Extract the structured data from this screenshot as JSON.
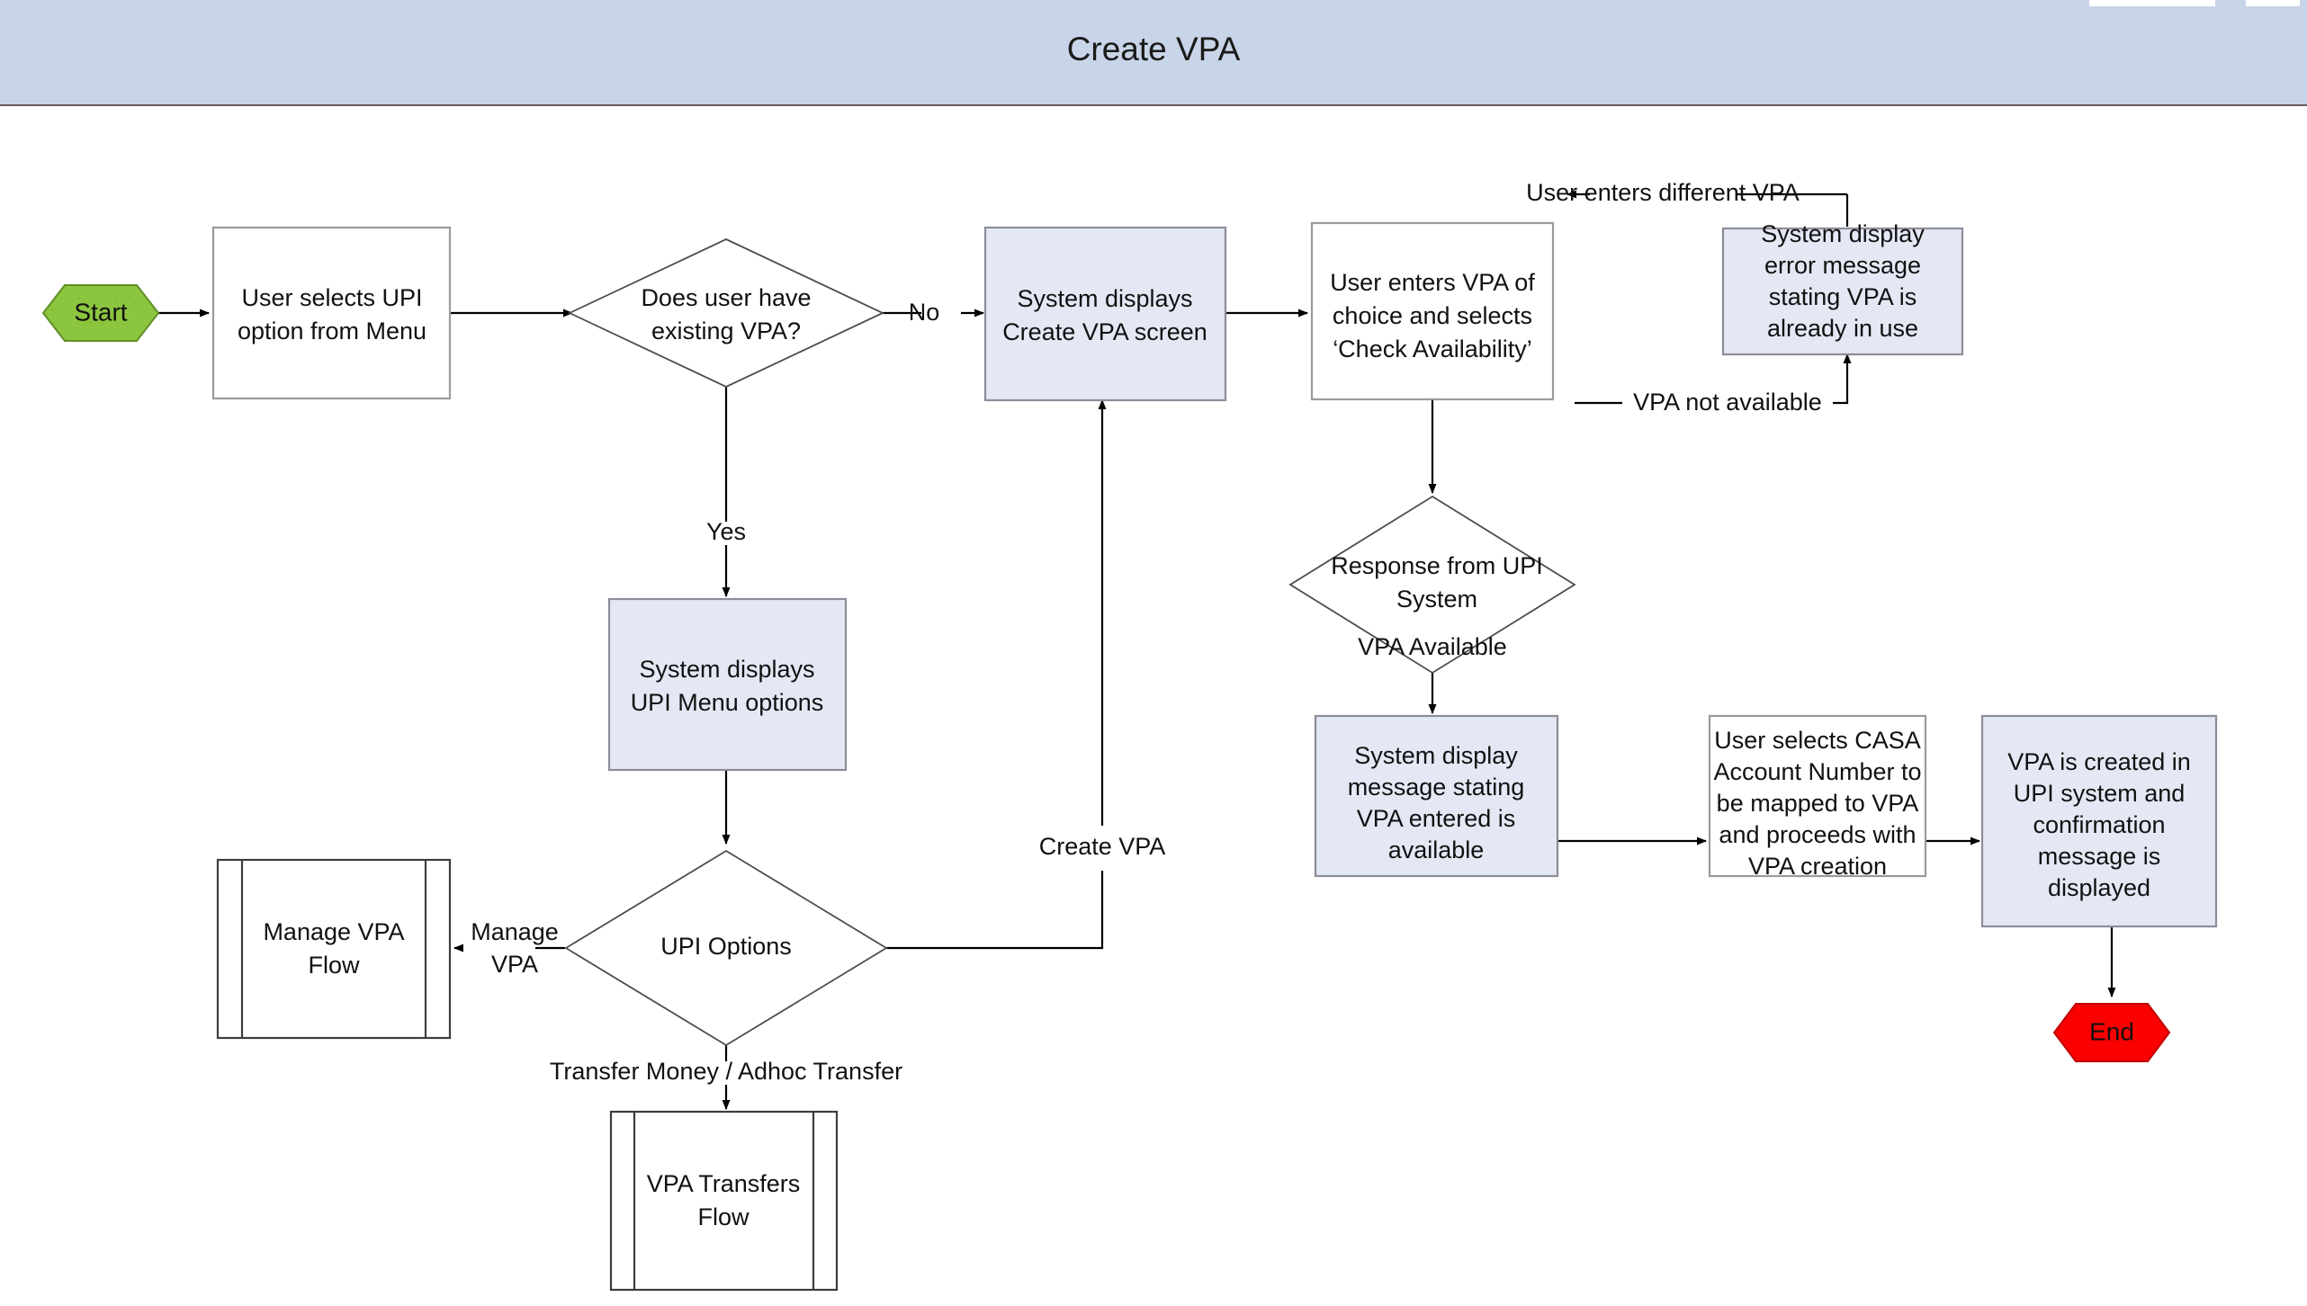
{
  "header": {
    "title": "Create VPA"
  },
  "colors": {
    "header_bg": "#c8d4e8",
    "process_fill": "#ffffff",
    "system_fill": "#e4e8f4",
    "start_fill": "#8cc63e",
    "end_fill": "#fa0000",
    "edge": "#000000"
  },
  "chart_data": {
    "type": "diagram",
    "title": "Create VPA",
    "nodes": [
      {
        "id": "start",
        "shape": "hexagon",
        "label": "Start"
      },
      {
        "id": "select_upi",
        "shape": "process",
        "label": "User selects UPI option from Menu"
      },
      {
        "id": "has_vpa",
        "shape": "decision",
        "label": "Does user have existing VPA?"
      },
      {
        "id": "menu_options",
        "shape": "system",
        "label": "System displays UPI Menu options"
      },
      {
        "id": "upi_options",
        "shape": "decision",
        "label": "UPI Options"
      },
      {
        "id": "manage_flow",
        "shape": "predefined-process",
        "label": "Manage VPA Flow"
      },
      {
        "id": "transfer_flow",
        "shape": "predefined-process",
        "label": "VPA Transfers Flow"
      },
      {
        "id": "create_screen",
        "shape": "system",
        "label": "System displays Create VPA screen"
      },
      {
        "id": "enter_vpa",
        "shape": "process",
        "label": "User enters VPA of choice and selects ‘Check Availability’"
      },
      {
        "id": "response",
        "shape": "decision",
        "label": "Response from UPI System"
      },
      {
        "id": "error_msg",
        "shape": "system",
        "label": "System display error message stating VPA is already in use"
      },
      {
        "id": "avail_msg",
        "shape": "system",
        "label": "System display message stating VPA entered is available"
      },
      {
        "id": "casa",
        "shape": "process",
        "label": "User selects CASA Account Number to be mapped to VPA and proceeds with VPA creation"
      },
      {
        "id": "created",
        "shape": "system",
        "label": "VPA is created in UPI system and confirmation message is displayed"
      },
      {
        "id": "end",
        "shape": "hexagon",
        "label": "End"
      }
    ],
    "edges": [
      {
        "from": "start",
        "to": "select_upi",
        "label": ""
      },
      {
        "from": "select_upi",
        "to": "has_vpa",
        "label": ""
      },
      {
        "from": "has_vpa",
        "to": "create_screen",
        "label": "No"
      },
      {
        "from": "has_vpa",
        "to": "menu_options",
        "label": "Yes"
      },
      {
        "from": "menu_options",
        "to": "upi_options",
        "label": ""
      },
      {
        "from": "upi_options",
        "to": "manage_flow",
        "label": "Manage VPA"
      },
      {
        "from": "upi_options",
        "to": "transfer_flow",
        "label": "Transfer Money / Adhoc Transfer"
      },
      {
        "from": "upi_options",
        "to": "create_screen",
        "label": "Create VPA"
      },
      {
        "from": "create_screen",
        "to": "enter_vpa",
        "label": ""
      },
      {
        "from": "enter_vpa",
        "to": "response",
        "label": ""
      },
      {
        "from": "response",
        "to": "error_msg",
        "label": "VPA not available"
      },
      {
        "from": "error_msg",
        "to": "enter_vpa",
        "label": "User enters different VPA"
      },
      {
        "from": "response",
        "to": "avail_msg",
        "label": "VPA Available"
      },
      {
        "from": "avail_msg",
        "to": "casa",
        "label": ""
      },
      {
        "from": "casa",
        "to": "created",
        "label": ""
      },
      {
        "from": "created",
        "to": "end",
        "label": ""
      }
    ]
  },
  "nodes": {
    "start": {
      "line1": "Start"
    },
    "select_upi": {
      "line1": "User selects UPI",
      "line2": "option from Menu"
    },
    "has_vpa": {
      "line1": "Does user have",
      "line2": "existing VPA?"
    },
    "menu_options": {
      "line1": "System displays",
      "line2": "UPI Menu options"
    },
    "upi_options": {
      "line1": "UPI Options"
    },
    "manage_flow": {
      "line1": "Manage VPA",
      "line2": "Flow"
    },
    "transfer_flow": {
      "line1": "VPA Transfers",
      "line2": "Flow"
    },
    "create_screen": {
      "line1": "System displays",
      "line2": "Create VPA screen"
    },
    "enter_vpa": {
      "line1": "User enters VPA of",
      "line2": "choice and selects",
      "line3": "‘Check Availability’"
    },
    "response": {
      "line1": "Response from UPI",
      "line2": "System"
    },
    "error_msg": {
      "line1": "System display",
      "line2": "error message",
      "line3": "stating VPA is",
      "line4": "already in use"
    },
    "avail_msg": {
      "line1": "System display",
      "line2": "message stating",
      "line3": "VPA entered is",
      "line4": "available"
    },
    "casa": {
      "line1": "User selects CASA",
      "line2": "Account Number to",
      "line3": "be mapped to VPA",
      "line4": "and proceeds with",
      "line5": "VPA creation"
    },
    "created": {
      "line1": "VPA is created in",
      "line2": "UPI system and",
      "line3": "confirmation",
      "line4": "message is",
      "line5": "displayed"
    },
    "end": {
      "line1": "End"
    }
  },
  "edge_labels": {
    "no": "No",
    "yes": "Yes",
    "manage_vpa_1": "Manage",
    "manage_vpa_2": "VPA",
    "transfer": "Transfer Money / Adhoc Transfer",
    "create_vpa": "Create VPA",
    "vpa_not_available": "VPA not available",
    "vpa_available": "VPA Available",
    "enters_different": "User enters different VPA"
  }
}
